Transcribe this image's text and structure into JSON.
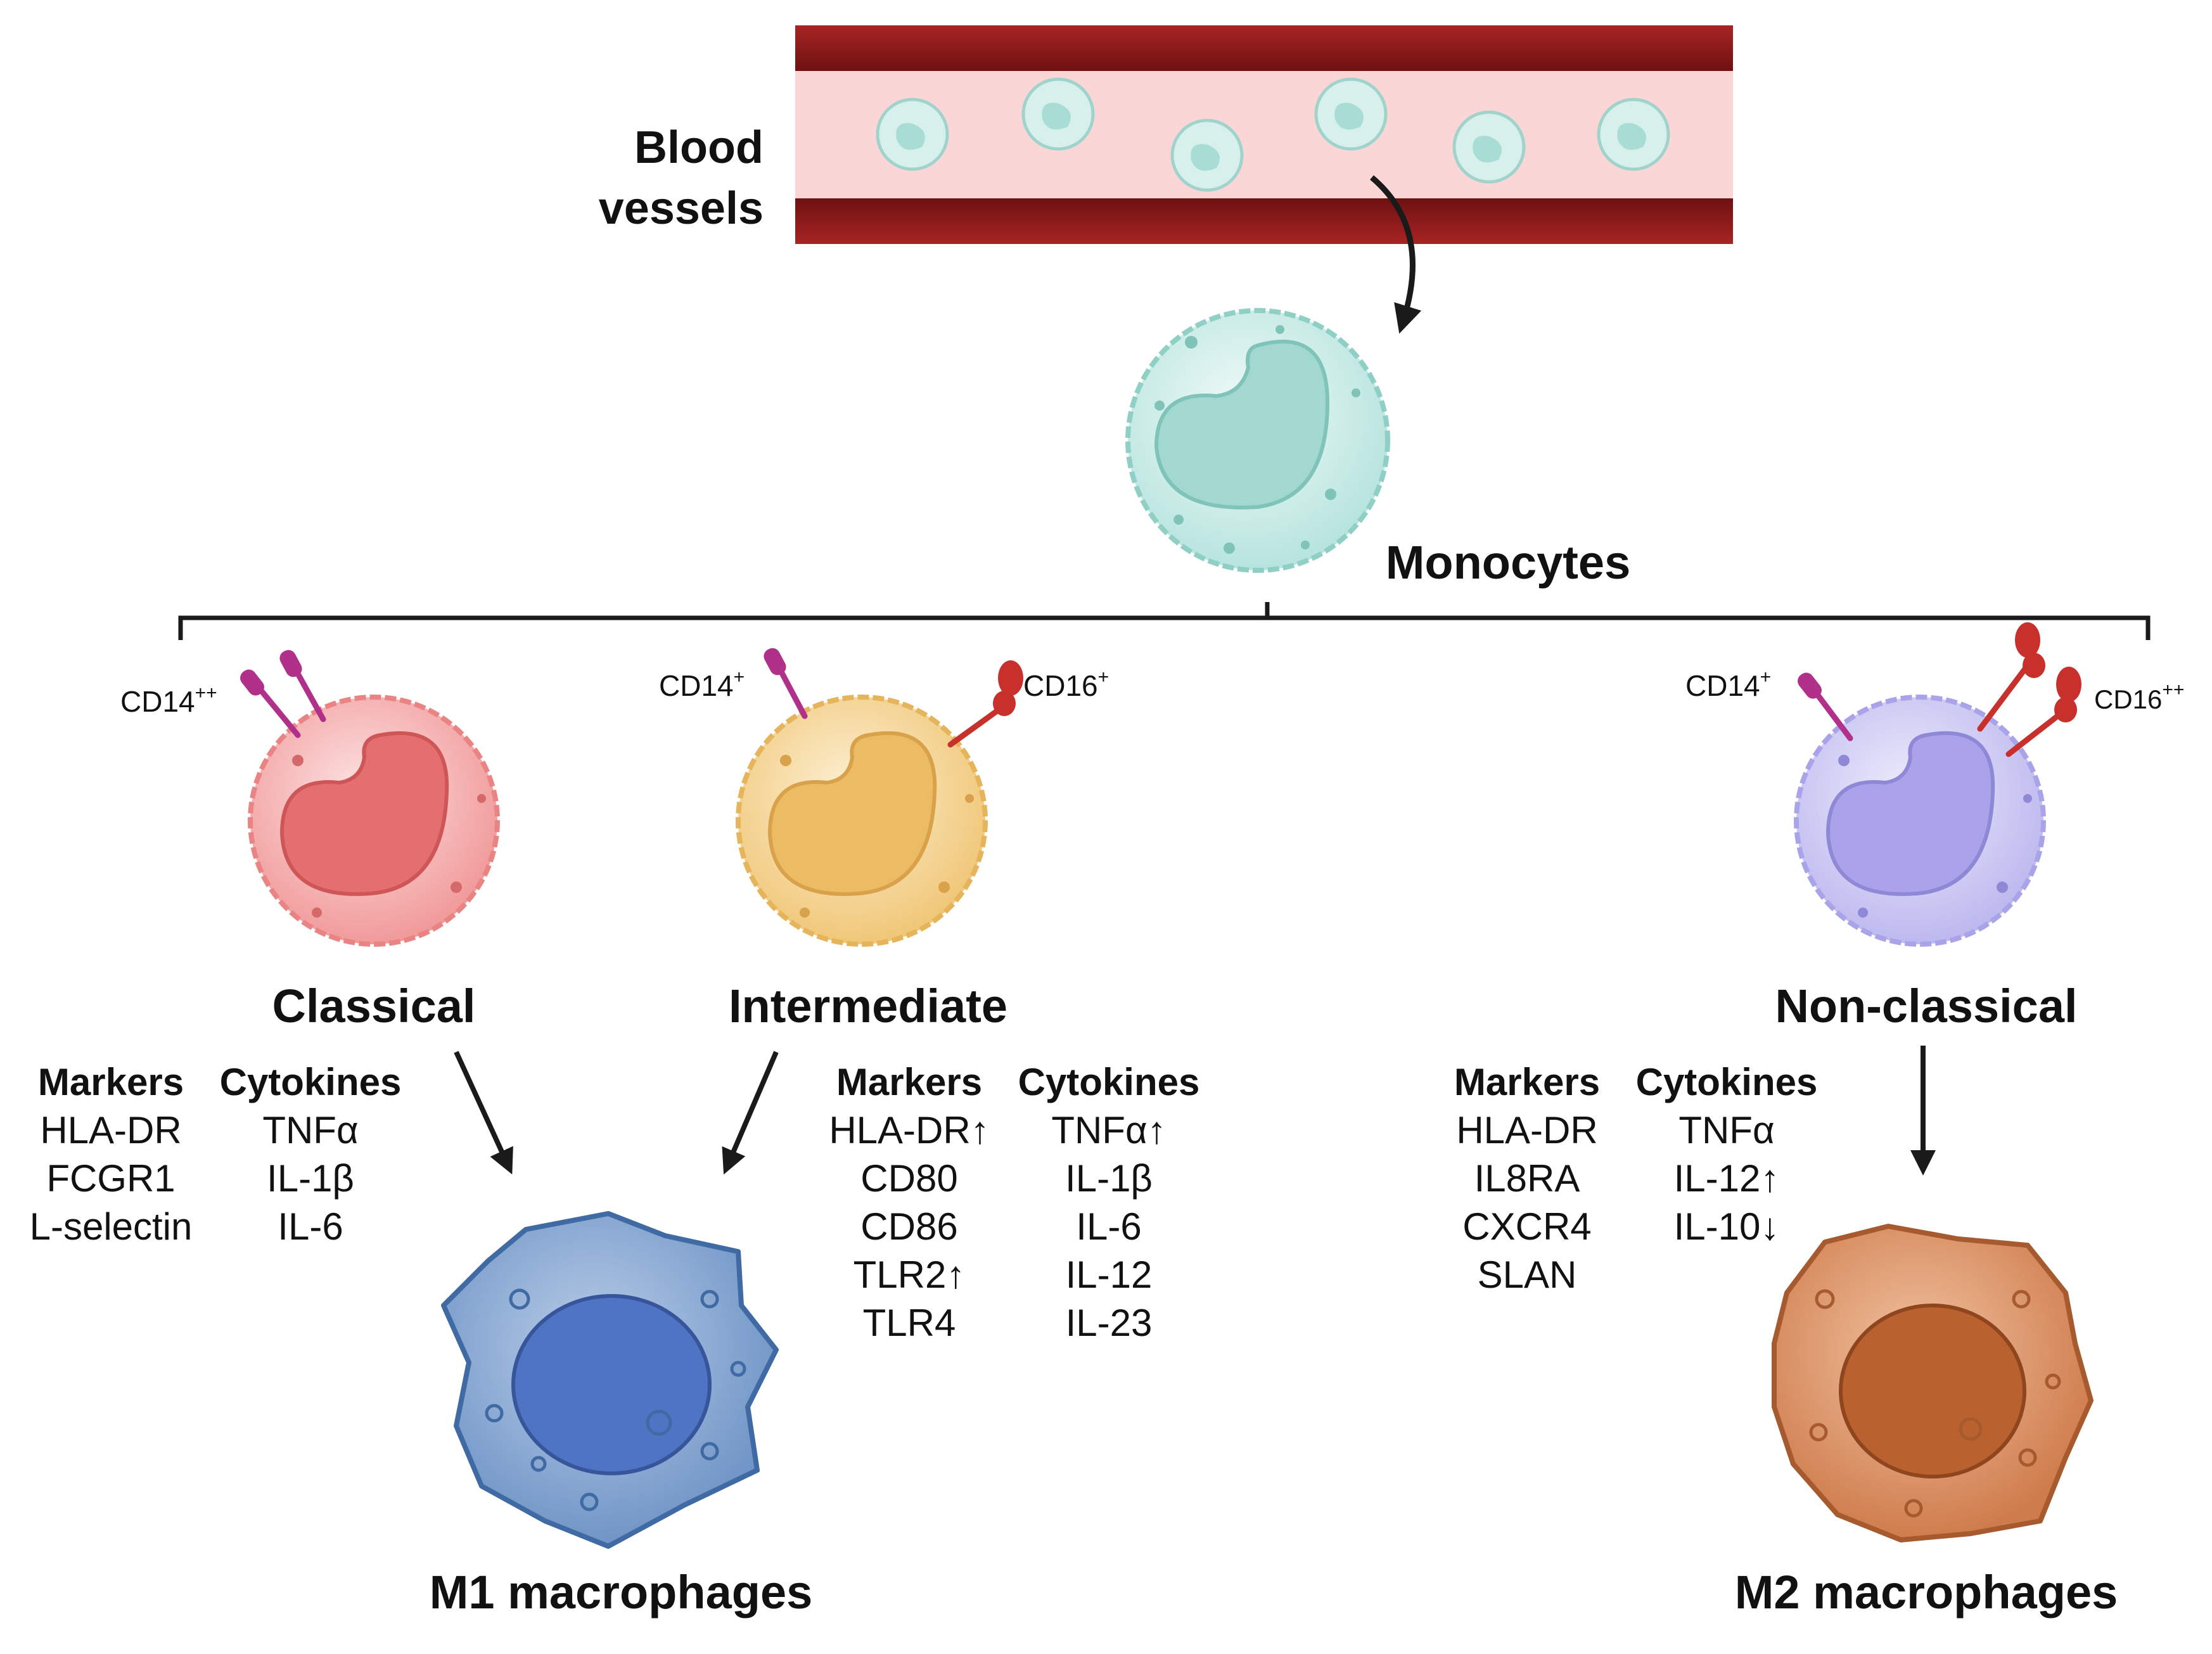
{
  "labels": {
    "blood_vessels_line1": "Blood",
    "blood_vessels_line2": "vessels",
    "monocytes": "Monocytes",
    "classical": "Classical",
    "intermediate": "Intermediate",
    "non_classical": "Non-classical",
    "m1": "M1 macrophages",
    "m2": "M2 macrophages"
  },
  "receptors": {
    "classical_cd14": {
      "base": "CD14",
      "sup": "++"
    },
    "intermediate_cd14": {
      "base": "CD14",
      "sup": "+"
    },
    "intermediate_cd16": {
      "base": "CD16",
      "sup": "+"
    },
    "nonclassical_cd14": {
      "base": "CD14",
      "sup": "+"
    },
    "nonclassical_cd16": {
      "base": "CD16",
      "sup": "++"
    }
  },
  "tables": {
    "classical": {
      "markers_header": "Markers",
      "cytokines_header": "Cytokines",
      "markers": [
        "HLA-DR",
        "FCGR1",
        "L-selectin"
      ],
      "cytokines": [
        "TNFα",
        "IL-1β",
        "IL-6"
      ]
    },
    "intermediate": {
      "markers_header": "Markers",
      "cytokines_header": "Cytokines",
      "markers": [
        "HLA-DR↑",
        "CD80",
        "CD86",
        "TLR2↑",
        "TLR4"
      ],
      "cytokines": [
        "TNFα↑",
        "IL-1β",
        "IL-6",
        "IL-12",
        "IL-23"
      ]
    },
    "non_classical": {
      "markers_header": "Markers",
      "cytokines_header": "Cytokines",
      "markers": [
        "HLA-DR",
        "IL8RA",
        "CXCR4",
        "SLAN"
      ],
      "cytokines": [
        "TNFα",
        "IL-12↑",
        "IL-10↓"
      ]
    }
  },
  "colors": {
    "vessel_wall": "#8b1a1a",
    "vessel_lumen": "#fbd3d3",
    "monocyte": "#a8ddd6",
    "classical": "#ef8a8a",
    "intermediate": "#f2cf86",
    "non_classical": "#c6c3f2",
    "m1": "#6f94c6",
    "m2": "#d98a5a",
    "cd14_receptor": "#b0308a",
    "cd16_receptor": "#c8302c"
  }
}
